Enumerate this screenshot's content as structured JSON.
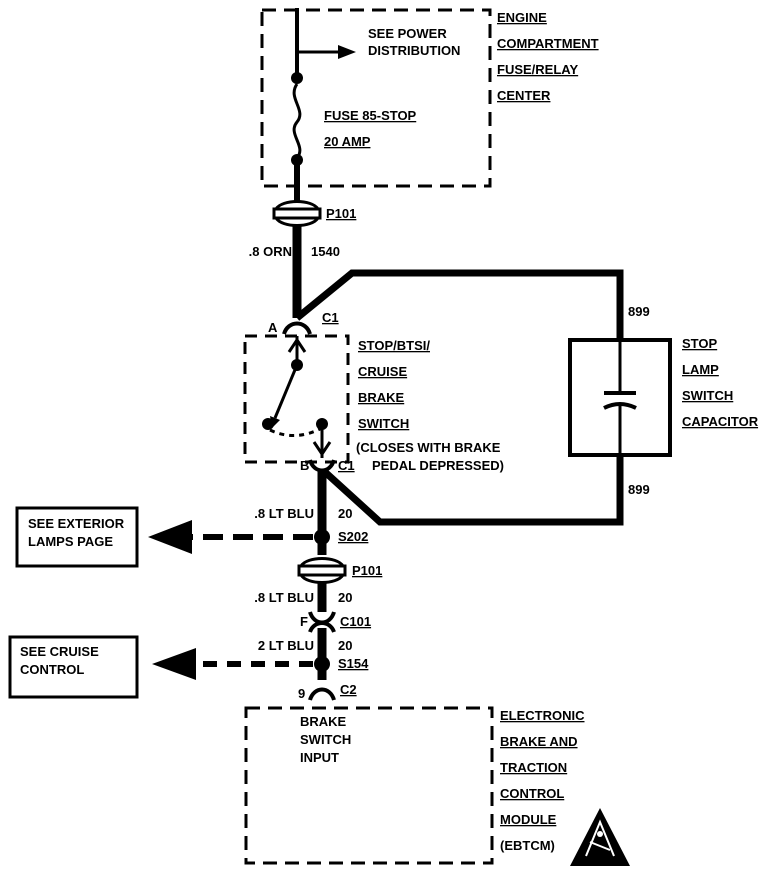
{
  "fuse_block": {
    "name_lines": [
      "ENGINE",
      "COMPARTMENT",
      "FUSE/RELAY",
      "CENTER"
    ],
    "power_ref_lines": [
      "SEE POWER",
      "DISTRIBUTION"
    ],
    "fuse_label": "FUSE 85-STOP",
    "fuse_rating": "20 AMP"
  },
  "connectors": {
    "p101_top": "P101",
    "c1_top_pin": "A",
    "c1_top_name": "C1",
    "c1_bottom_pin": "B",
    "c1_bottom_name": "C1",
    "p101_bottom": "P101",
    "c101_pin": "F",
    "c101_name": "C101",
    "c2_pin": "9",
    "c2_name": "C2"
  },
  "wires": {
    "orn_label": ".8 ORN",
    "orn_circuit": "1540",
    "ltblu1_label": ".8 LT BLU",
    "ltblu1_circuit": "20",
    "ltblu2_label": ".8 LT BLU",
    "ltblu2_circuit": "20",
    "ltblu3_label": "2 LT BLU",
    "ltblu3_circuit": "20",
    "cap_top_circuit": "899",
    "cap_bottom_circuit": "899"
  },
  "splices": {
    "s202": "S202",
    "s154": "S154"
  },
  "switch": {
    "name_lines": [
      "STOP/BTSI/",
      "CRUISE",
      "BRAKE",
      "SWITCH"
    ],
    "note_lines": [
      "(CLOSES WITH BRAKE",
      "PEDAL DEPRESSED)"
    ]
  },
  "capacitor": {
    "name_lines": [
      "STOP",
      "LAMP",
      "SWITCH",
      "CAPACITOR"
    ]
  },
  "refs": {
    "exterior_lines": [
      "SEE EXTERIOR",
      "LAMPS PAGE"
    ],
    "cruise_lines": [
      "SEE CRUISE",
      "CONTROL"
    ]
  },
  "module": {
    "input_lines": [
      "BRAKE",
      "SWITCH",
      "INPUT"
    ],
    "name_lines": [
      "ELECTRONIC",
      "BRAKE AND",
      "TRACTION",
      "CONTROL",
      "MODULE",
      "(EBTCM)"
    ]
  },
  "icons": {
    "esd": "esd-warning-icon"
  }
}
